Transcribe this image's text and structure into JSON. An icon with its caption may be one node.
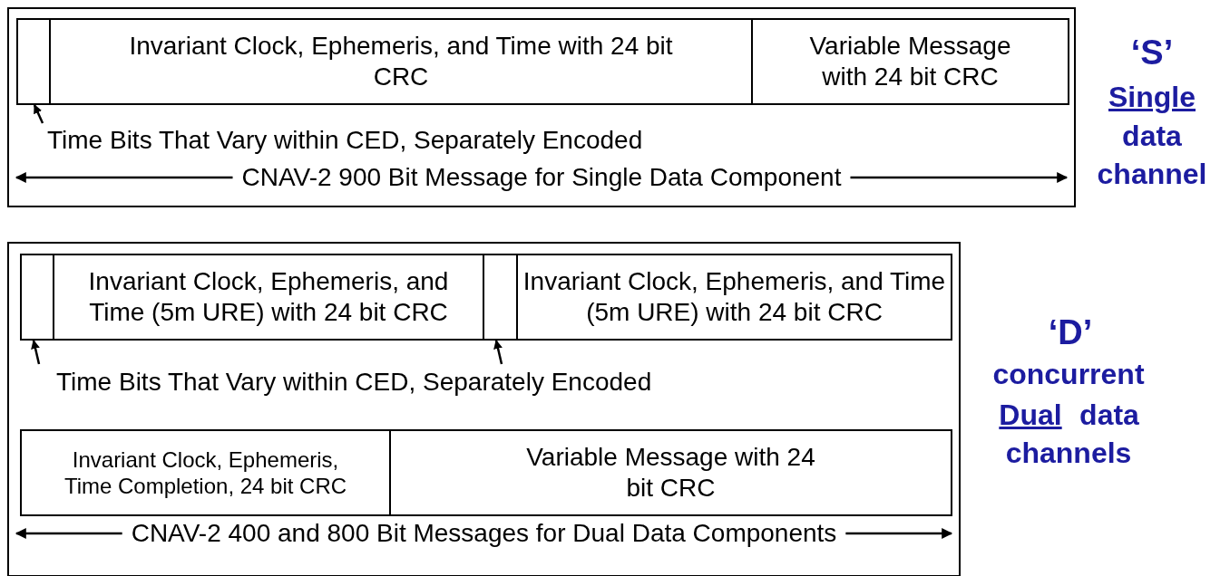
{
  "diagram": {
    "nodes": [
      {
        "text": [
          "CNAV-2 900 Bit Message for Single Data Component"
        ]
      },
      {
        "text": [],
        "shape": "box",
        "in": 0
      },
      {
        "text": [
          "Invariant Clock, Ephemeris, and Time with 24 bit CRC"
        ],
        "in": 0
      },
      {
        "text": [
          "Variable Message with 24 bit CRC"
        ],
        "in": 0
      },
      {
        "text": [
          "Time Bits That Vary within CED, Separately Encoded"
        ],
        "in": 0
      },
      {
        "text": [
          "CNAV-2 400 and 800 Bit Messages for Dual Data Components"
        ]
      },
      {
        "text": [],
        "shape": "box",
        "in": 5
      },
      {
        "text": [
          "Invariant Clock, Ephemeris, and Time (5m URE) with 24 bit CRC"
        ],
        "in": 5
      },
      {
        "text": [],
        "shape": "box",
        "in": 5
      },
      {
        "text": [
          "Invariant Clock, Ephemeris, and Time (5m URE) with 24 bit CRC"
        ],
        "in": 5
      },
      {
        "text": [
          "Time Bits That Vary within CED, Separately Encoded"
        ],
        "in": 5
      },
      {
        "text": [
          "Invariant Clock, Ephemeris, Time Completion, 24 bit CRC"
        ],
        "in": 5
      },
      {
        "text": [
          "Variable Message with 24 bit CRC"
        ],
        "in": 5
      }
    ],
    "edges": [
      {
        "from": 4,
        "to": 1,
        "arrow": "to"
      },
      {
        "from": 10,
        "to": 6,
        "arrow": "to"
      },
      {
        "from": 10,
        "to": 8,
        "arrow": "to"
      }
    ],
    "labels": [
      "‘S’",
      "Single",
      "data",
      "channel",
      "‘D’",
      "concurrent",
      "Dual",
      "data",
      "channels"
    ]
  }
}
